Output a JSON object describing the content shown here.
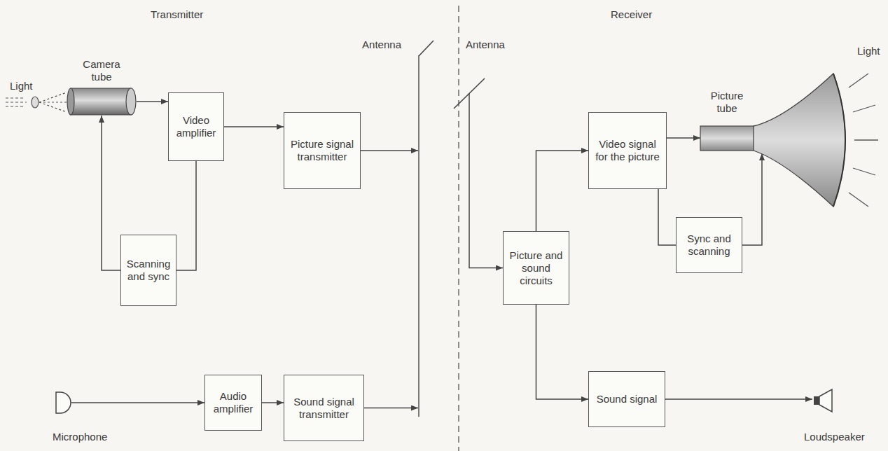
{
  "diagram": {
    "nodes": [
      {
        "text": [
          "Camera tube"
        ]
      },
      {
        "text": [
          "Video amplifier"
        ]
      },
      {
        "text": [
          "Picture signal transmitter"
        ]
      },
      {
        "text": [
          "Antenna"
        ]
      },
      {
        "text": [
          "Scanning and sync"
        ]
      },
      {
        "text": [
          "Microphone"
        ]
      },
      {
        "text": [
          "Audio amplifier"
        ]
      },
      {
        "text": [
          "Sound signal transmitter"
        ]
      },
      {
        "text": [
          "Antenna"
        ]
      },
      {
        "text": [
          "Video signal for the picture"
        ]
      },
      {
        "text": [
          "Picture tube"
        ]
      },
      {
        "text": [
          "Picture and sound circuits"
        ]
      },
      {
        "text": [
          "Sync and scanning"
        ]
      },
      {
        "text": [
          "Sound signal"
        ]
      },
      {
        "text": [
          "Loudspeaker"
        ]
      }
    ],
    "edges": [
      {
        "from": 0,
        "to": 1,
        "arrow": "to"
      },
      {
        "from": 4,
        "to": 0,
        "arrow": "to"
      },
      {
        "from": 1,
        "to": 4,
        "arrow": "none"
      },
      {
        "from": 1,
        "to": 2,
        "arrow": "to"
      },
      {
        "from": 2,
        "to": 3,
        "arrow": "to"
      },
      {
        "from": 5,
        "to": 6,
        "arrow": "to"
      },
      {
        "from": 6,
        "to": 7,
        "arrow": "to"
      },
      {
        "from": 7,
        "to": 3,
        "arrow": "to"
      },
      {
        "from": 8,
        "to": 11,
        "arrow": "to"
      },
      {
        "from": 11,
        "to": 9,
        "arrow": "to"
      },
      {
        "from": 9,
        "to": 10,
        "arrow": "to"
      },
      {
        "from": 9,
        "to": 12,
        "arrow": "none"
      },
      {
        "from": 12,
        "to": 10,
        "arrow": "to"
      },
      {
        "from": 11,
        "to": 13,
        "arrow": "to"
      },
      {
        "from": 13,
        "to": 14,
        "arrow": "to"
      }
    ],
    "labels": [
      "Transmitter",
      "Receiver",
      "Light",
      "Light"
    ]
  }
}
